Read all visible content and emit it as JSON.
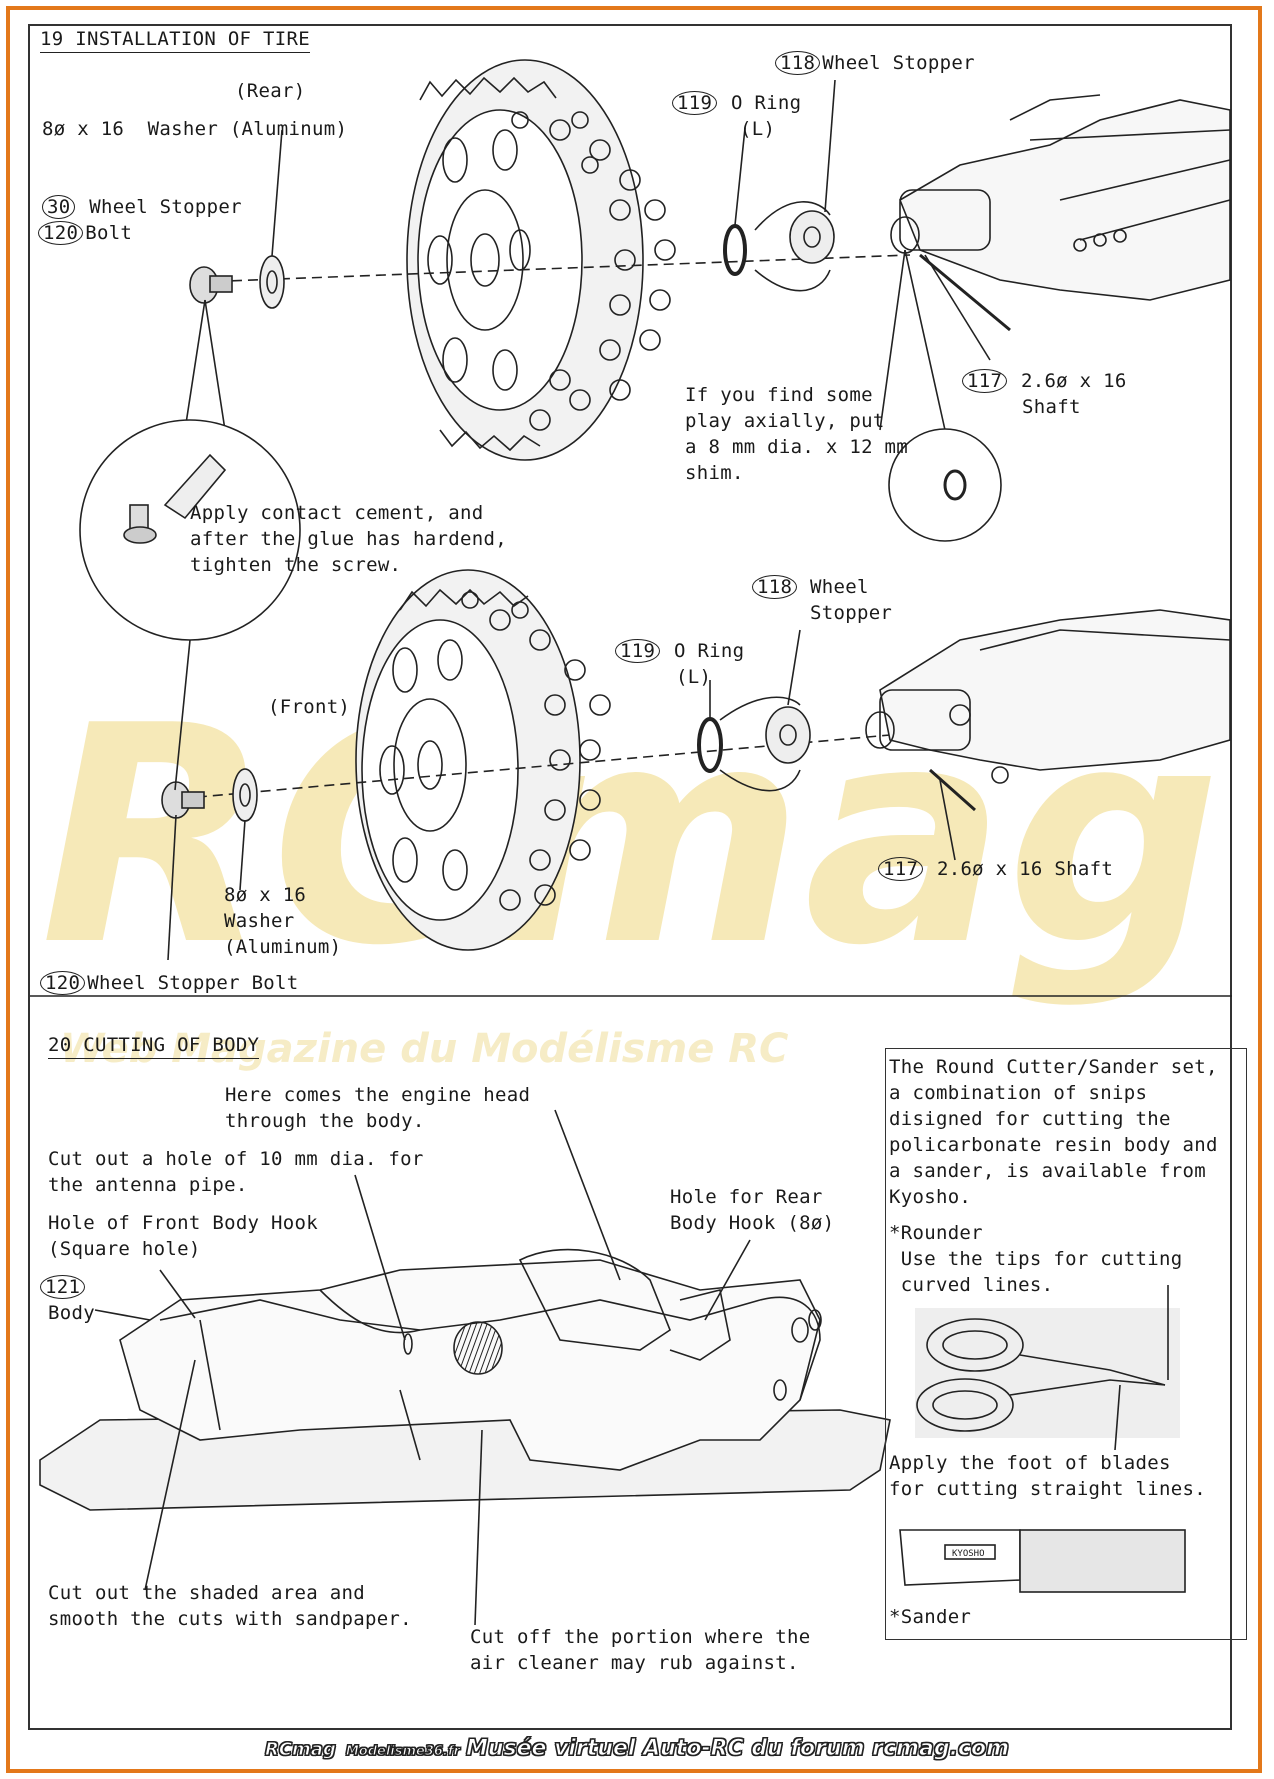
{
  "sections": {
    "s19": {
      "title": "19 INSTALLATION OF TIRE",
      "rear_label": "(Rear)",
      "front_label": "(Front)",
      "washer_rear": "8ø x 16  Washer (Aluminum)",
      "wheel_stopper_bolt_top_num": "30",
      "wheel_stopper_bolt_top": "Wheel Stopper",
      "bolt_num": "120",
      "bolt_label": "Bolt",
      "wheel_stopper_num": "118",
      "wheel_stopper_label": "Wheel Stopper",
      "oring_num": "119",
      "oring_label": "O Ring",
      "oring_sub": "(L)",
      "shaft_num": "117",
      "shaft_label": "2.6ø x 16",
      "shaft_label2": "Shaft",
      "play_note": "If you find some\nplay axially, put\na 8 mm dia. x 12 mm\nshim.",
      "glue_note": "Apply contact cement, and\nafter the glue has hardend,\ntighten the screw.",
      "front_stopper_num": "118",
      "front_stopper_label": "Wheel\nStopper",
      "front_oring_num": "119",
      "front_oring_label": "O Ring",
      "front_oring_sub": "(L)",
      "front_shaft_num": "117",
      "front_shaft_label": "2.6ø x 16 Shaft",
      "washer_front": "8ø x 16\nWasher\n(Aluminum)",
      "bolt_front_num": "120",
      "bolt_front_label": "Wheel Stopper Bolt"
    },
    "s20": {
      "title": "20 CUTTING OF BODY",
      "engine_note": "Here comes the engine head\nthrough the body.",
      "antenna_note": "Cut out a hole of 10 mm dia. for\nthe antenna pipe.",
      "front_hook_note": "Hole of Front Body Hook\n(Square hole)",
      "body_num": "121",
      "body_label": "Body",
      "rear_hook_note": "Hole for Rear\nBody Hook (8ø)",
      "shaded_note": "Cut out the shaded area and\nsmooth the cuts with sandpaper.",
      "air_note": "Cut off the portion where the\nair cleaner may rub against.",
      "box_text": "The Round Cutter/Sander set,\na combination of snips\ndisigned for cutting the\npolicarbonate resin body and\na sander, is available from\nKyosho.",
      "rounder_title": "*Rounder",
      "rounder_text": " Use the tips for cutting\n curved lines.",
      "blade_text": "Apply the foot of blades\nfor cutting straight lines.",
      "sander_title": "*Sander",
      "sander_label": "KYOSHO"
    }
  },
  "footer": {
    "logo": "RCmag",
    "logo_sub": "Modelisme36.fr",
    "text": "Musée virtuel Auto-RC du forum rcmag.com"
  },
  "watermark": {
    "big": "RCmag",
    "sub": "Web Magazine du Modélisme RC"
  },
  "colors": {
    "frame": "#e3781a",
    "watermark": "#f6e9b8"
  }
}
